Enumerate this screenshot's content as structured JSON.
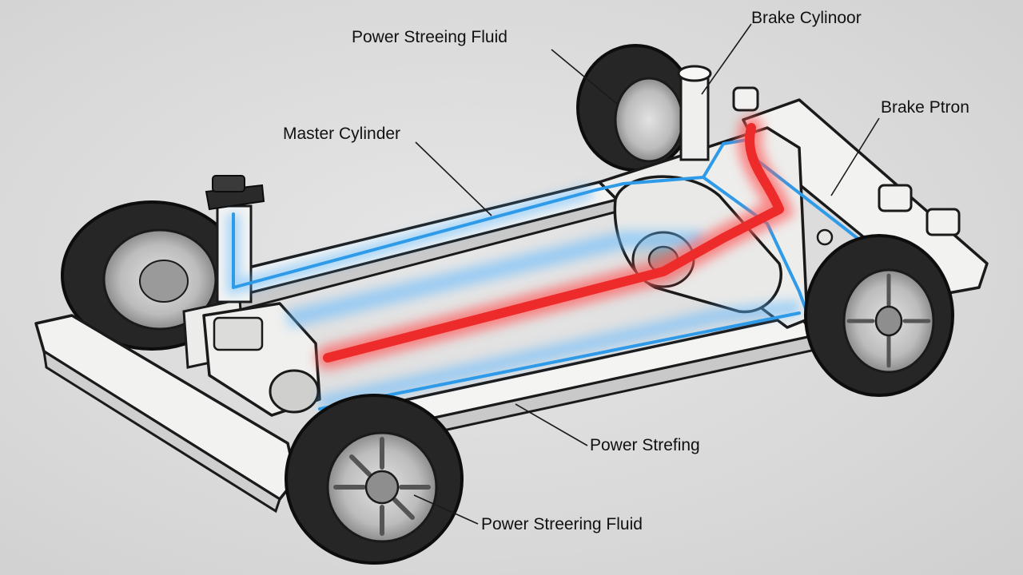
{
  "labels": {
    "power_steering_fluid_top": "Power Streeing Fluid",
    "brake_cylinder": "Brake Cylinoor",
    "brake_piston": "Brake Ptron",
    "master_cylinder": "Master Cylinder",
    "power_steering": "Power Strefing",
    "power_steering_fluid_bottom": "Power Streering Fluid"
  },
  "colors": {
    "background": "#dcdcdc",
    "frame": "#f4f4f2",
    "outline": "#1a1a1a",
    "fluid_line_blue": "#2f9be8",
    "brake_line_red": "#ee2b2b",
    "tire": "#262626",
    "rim": "#bdbdbd"
  }
}
